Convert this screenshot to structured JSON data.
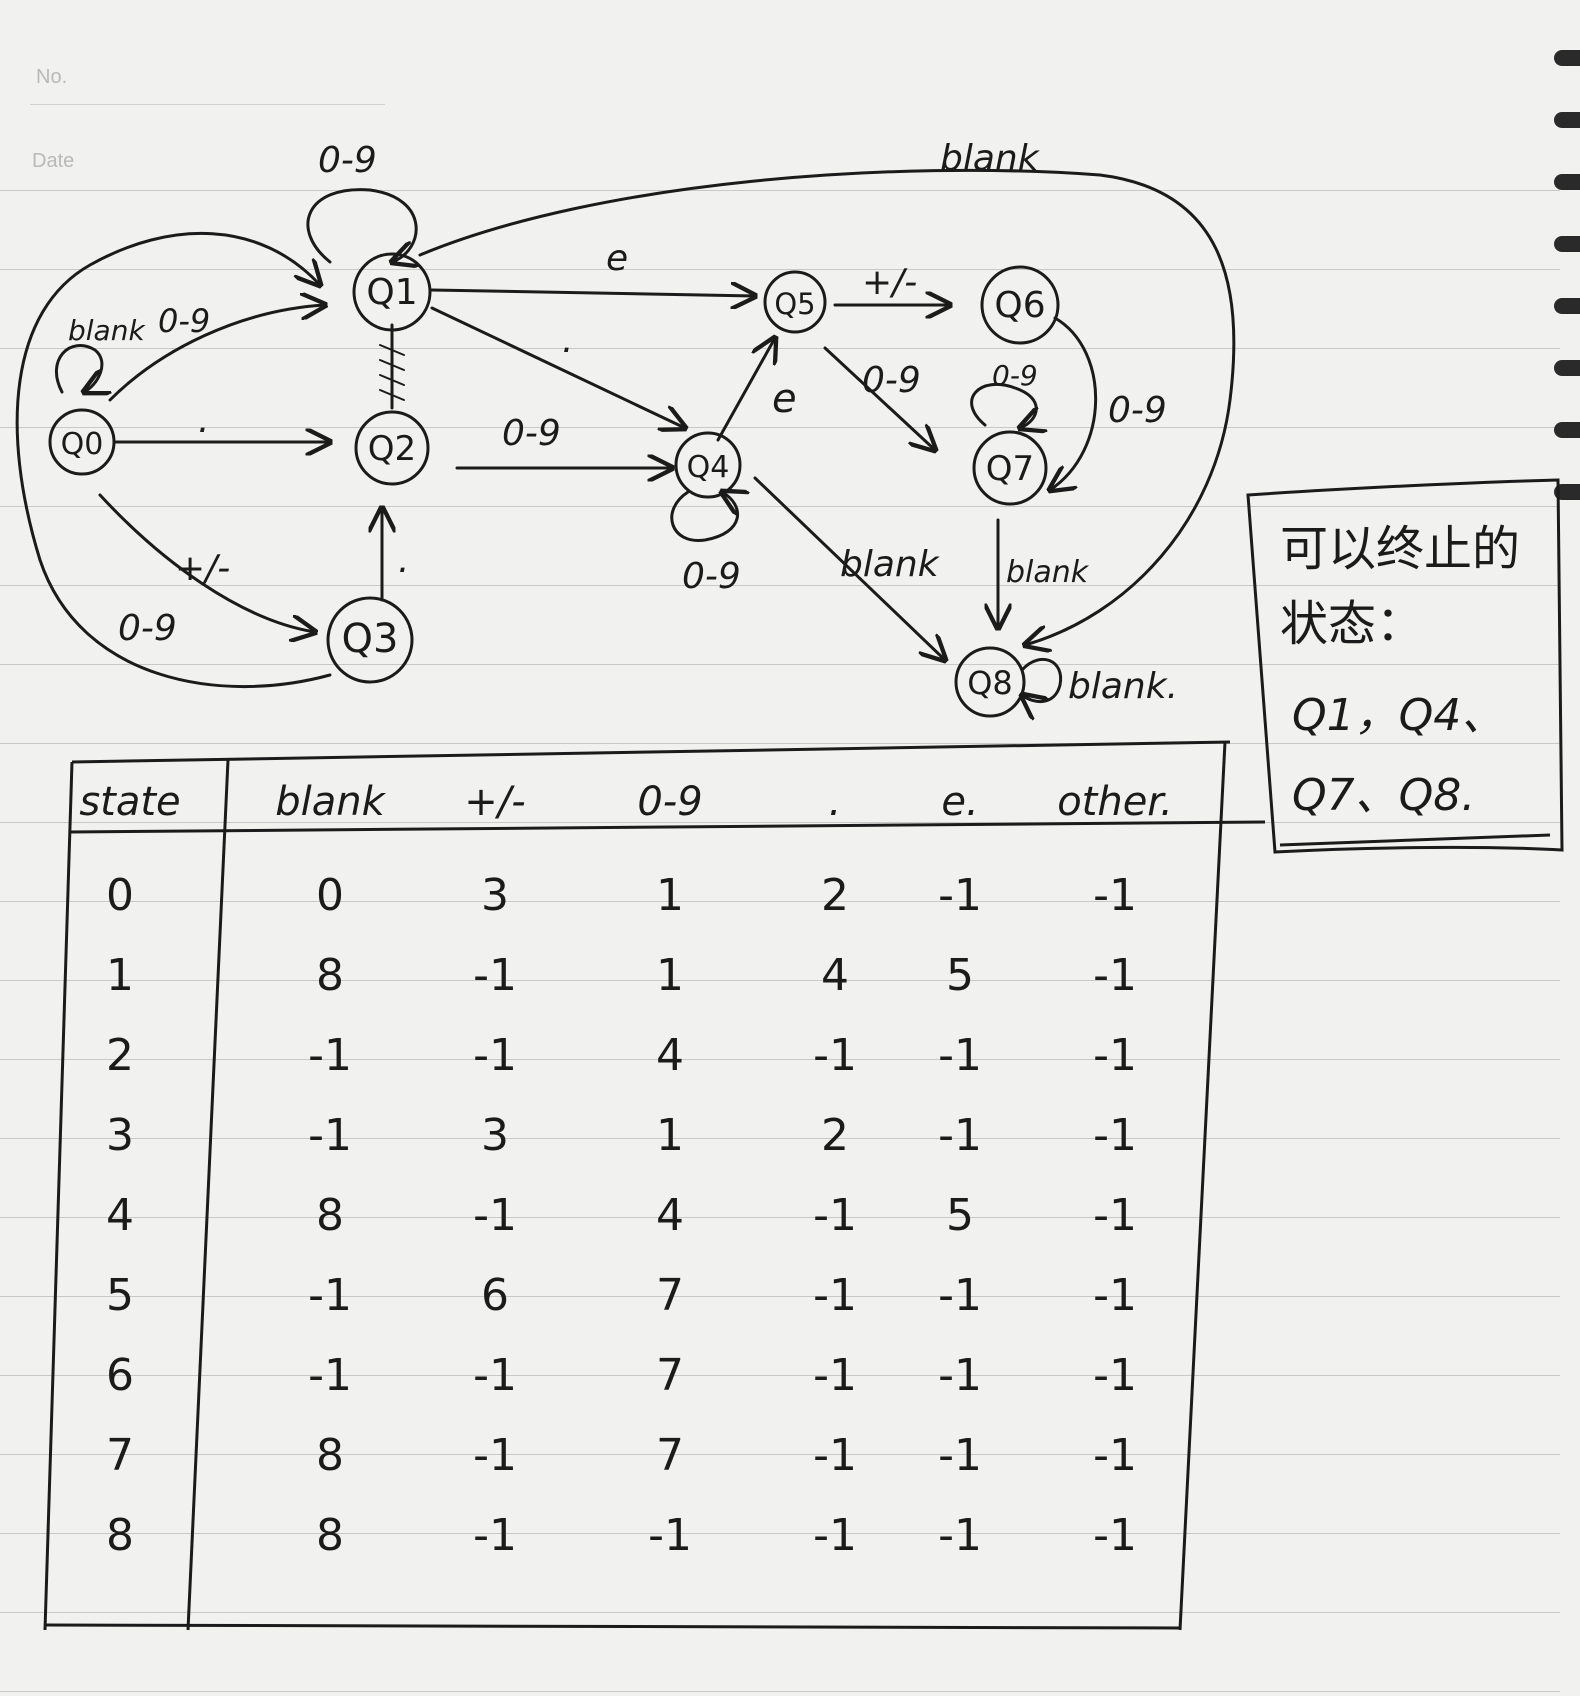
{
  "header": {
    "no_label": "No.",
    "date_label": "Date"
  },
  "diagram": {
    "states": [
      {
        "id": "Q0",
        "label": "Q0"
      },
      {
        "id": "Q1",
        "label": "Q1"
      },
      {
        "id": "Q2",
        "label": "Q2"
      },
      {
        "id": "Q3",
        "label": "Q3"
      },
      {
        "id": "Q4",
        "label": "Q4"
      },
      {
        "id": "Q5",
        "label": "Q5"
      },
      {
        "id": "Q6",
        "label": "Q6"
      },
      {
        "id": "Q7",
        "label": "Q7"
      },
      {
        "id": "Q8",
        "label": "Q8"
      }
    ],
    "transitions": [
      {
        "from": "Q0",
        "to": "Q0",
        "label": "blank"
      },
      {
        "from": "Q0",
        "to": "Q1",
        "label": "0-9"
      },
      {
        "from": "Q0",
        "to": "Q2",
        "label": "."
      },
      {
        "from": "Q0",
        "to": "Q3",
        "label": "+/-"
      },
      {
        "from": "Q3",
        "to": "Q1",
        "label": "0-9"
      },
      {
        "from": "Q3",
        "to": "Q2",
        "label": "."
      },
      {
        "from": "Q1",
        "to": "Q1",
        "label": "0-9"
      },
      {
        "from": "Q1",
        "to": "Q5",
        "label": "e"
      },
      {
        "from": "Q1",
        "to": "Q4",
        "label": "."
      },
      {
        "from": "Q1",
        "to": "Q8",
        "label": "blank"
      },
      {
        "from": "Q2",
        "to": "Q4",
        "label": "0-9"
      },
      {
        "from": "Q4",
        "to": "Q4",
        "label": "0-9"
      },
      {
        "from": "Q4",
        "to": "Q5",
        "label": "e"
      },
      {
        "from": "Q4",
        "to": "Q8",
        "label": "blank"
      },
      {
        "from": "Q5",
        "to": "Q6",
        "label": "+/-"
      },
      {
        "from": "Q5",
        "to": "Q7",
        "label": "0-9"
      },
      {
        "from": "Q6",
        "to": "Q7",
        "label": "0-9"
      },
      {
        "from": "Q7",
        "to": "Q7",
        "label": "0-9"
      },
      {
        "from": "Q7",
        "to": "Q8",
        "label": "blank"
      },
      {
        "from": "Q8",
        "to": "Q8",
        "label": "blank."
      }
    ]
  },
  "note": {
    "line1": "可以终止的",
    "line2": "状态：",
    "line3": "Q1，Q4、",
    "line4": "Q7、Q8."
  },
  "table": {
    "headers": [
      "state",
      "blank",
      "+/-",
      "0-9",
      ".",
      "e.",
      "other."
    ],
    "rows": [
      [
        "0",
        "0",
        "3",
        "1",
        "2",
        "-1",
        "-1"
      ],
      [
        "1",
        "8",
        "-1",
        "1",
        "4",
        "5",
        "-1"
      ],
      [
        "2",
        "-1",
        "-1",
        "4",
        "-1",
        "-1",
        "-1"
      ],
      [
        "3",
        "-1",
        "3",
        "1",
        "2",
        "-1",
        "-1"
      ],
      [
        "4",
        "8",
        "-1",
        "4",
        "-1",
        "5",
        "-1"
      ],
      [
        "5",
        "-1",
        "6",
        "7",
        "-1",
        "-1",
        "-1"
      ],
      [
        "6",
        "-1",
        "-1",
        "7",
        "-1",
        "-1",
        "-1"
      ],
      [
        "7",
        "8",
        "-1",
        "7",
        "-1",
        "-1",
        "-1"
      ],
      [
        "8",
        "8",
        "-1",
        "-1",
        "-1",
        "-1",
        "-1"
      ]
    ]
  },
  "colors": {
    "ink": "#1b1b1b",
    "paper": "#f1f1ef",
    "rule": "#c8c8c6"
  }
}
